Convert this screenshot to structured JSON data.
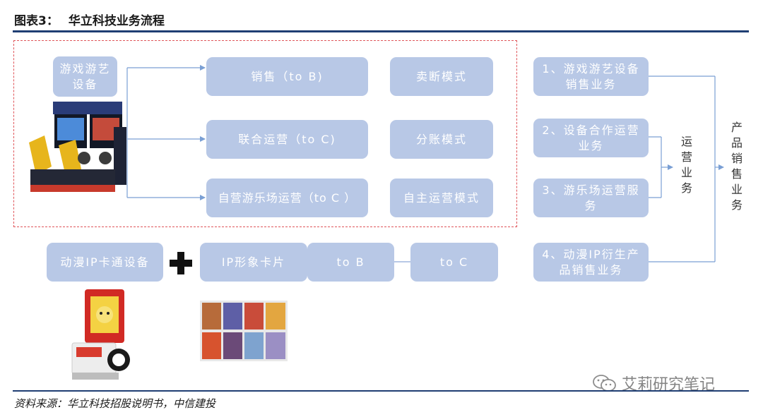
{
  "figure": {
    "label": "图表3：",
    "title": "华立科技业务流程",
    "source": "资料来源：华立科技招股说明书，中信建投"
  },
  "left_top": {
    "category_box": "游戏游艺设备",
    "channels": [
      "销售（to B)",
      "联合运营（to C)",
      "自营游乐场运营（to C ）"
    ],
    "models": [
      "卖断模式",
      "分账模式",
      "自主运营模式"
    ]
  },
  "left_bottom": {
    "category_box": "动漫IP卡通设备",
    "product_box": "IP形象卡片",
    "to_b": "to B",
    "to_c": "to C"
  },
  "right": {
    "business_items": [
      "1、游戏游艺设备销售业务",
      "2、设备合作运营业务",
      "3、游乐场运营服务",
      "4、动漫IP衍生产品销售业务"
    ],
    "ops_label": "运营业务",
    "product_sales_label": "产品销售业务"
  },
  "watermark": "艾莉研究笔记",
  "colors": {
    "box_fill": "#b8c8e6",
    "arrow": "#7a9fd4",
    "dashed_frame": "#e0555a",
    "rule": "#1f3e73"
  },
  "icons": {
    "plus": "plus-icon",
    "watermark": "wechat-icon"
  }
}
